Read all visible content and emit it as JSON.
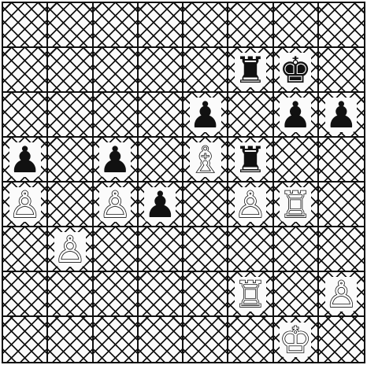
{
  "board": {
    "files": 8,
    "ranks": 8,
    "squares": [
      [
        "",
        "",
        "",
        "",
        "",
        "",
        "",
        ""
      ],
      [
        "",
        "",
        "",
        "",
        "",
        "r",
        "k",
        ""
      ],
      [
        "",
        "",
        "",
        "",
        "p",
        "",
        "p",
        "p"
      ],
      [
        "p",
        "",
        "p",
        "",
        "B",
        "r",
        "",
        ""
      ],
      [
        "P",
        "",
        "P",
        "p",
        "",
        "P",
        "R",
        ""
      ],
      [
        "",
        "P",
        "",
        "",
        "",
        "",
        "",
        ""
      ],
      [
        "",
        "",
        "",
        "",
        "",
        "R",
        "",
        "P"
      ],
      [
        "",
        "",
        "",
        "",
        "",
        "",
        "K",
        ""
      ]
    ],
    "glyphs": {
      "K": "♔",
      "Q": "♕",
      "R": "♖",
      "B": "♗",
      "N": "♘",
      "P": "♙",
      "k": "♚",
      "q": "♛",
      "r": "♜",
      "b": "♝",
      "n": "♞",
      "p": "♟"
    },
    "names": {
      "K": "white-king",
      "Q": "white-queen",
      "R": "white-rook",
      "B": "white-bishop",
      "N": "white-knight",
      "P": "white-pawn",
      "k": "black-king",
      "q": "black-queen",
      "r": "black-rook",
      "b": "black-bishop",
      "n": "black-knight",
      "p": "black-pawn"
    },
    "first_square_dark": false
  }
}
